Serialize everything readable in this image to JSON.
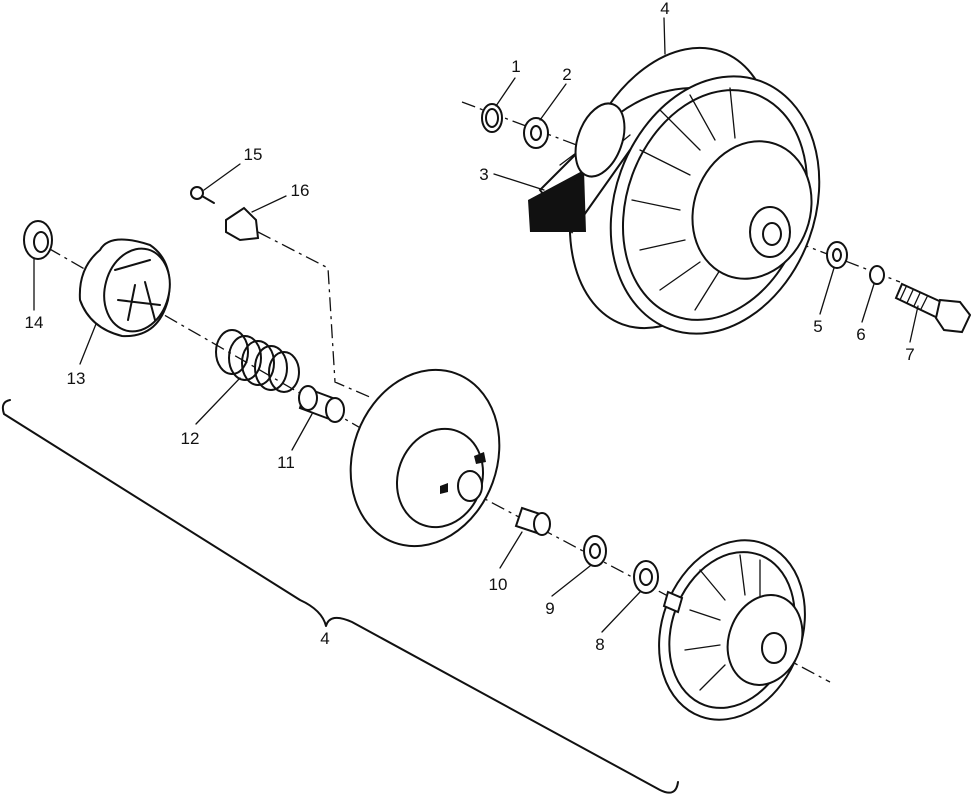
{
  "callouts": {
    "c1": "1",
    "c2": "2",
    "c3": "3",
    "c4_top": "4",
    "c5": "5",
    "c6": "6",
    "c7": "7",
    "c8": "8",
    "c9": "9",
    "c10": "10",
    "c11": "11",
    "c12": "12",
    "c13": "13",
    "c14": "14",
    "c15": "15",
    "c16": "16",
    "c4_bracket": "4"
  }
}
